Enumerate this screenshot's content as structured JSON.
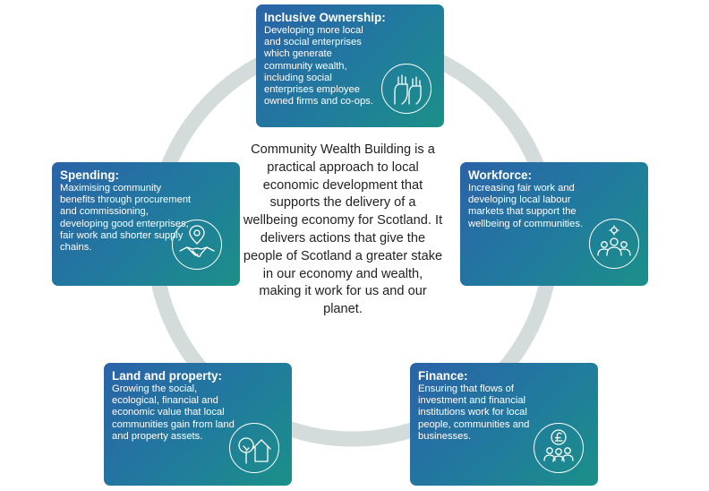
{
  "center_text": "Community Wealth Building is a practical approach to local economic development that supports the delivery of a wellbeing economy for Scotland. It delivers actions that give the people of Scotland a greater stake in our economy and wealth, making it work for us and our planet.",
  "cards": [
    {
      "title": "Inclusive Ownership:",
      "text": "Developing more local and social enterprises which generate community wealth, including social enterprises employee owned firms and co-ops.",
      "icon": "raised-hands-icon"
    },
    {
      "title": "Workforce:",
      "text": "Increasing fair work and developing local labour markets that support the wellbeing of communities.",
      "icon": "people-gear-icon"
    },
    {
      "title": "Finance:",
      "text": "Ensuring that flows of investment and financial institutions work for local people, communities and businesses.",
      "icon": "pound-people-icon"
    },
    {
      "title": "Land and property:",
      "text": "Growing the social, ecological, financial and economic value that local communities gain from land and property assets.",
      "icon": "tree-house-icon"
    },
    {
      "title": "Spending:",
      "text": "Maximising community benefits through procurement and commissioning, developing good enterprises, fair work and shorter supply chains.",
      "icon": "location-handshake-icon"
    }
  ],
  "colors": {
    "ring": "#d3dcda",
    "card_start": "#2a63a8",
    "card_end": "#1b9088",
    "text": "#222222"
  }
}
